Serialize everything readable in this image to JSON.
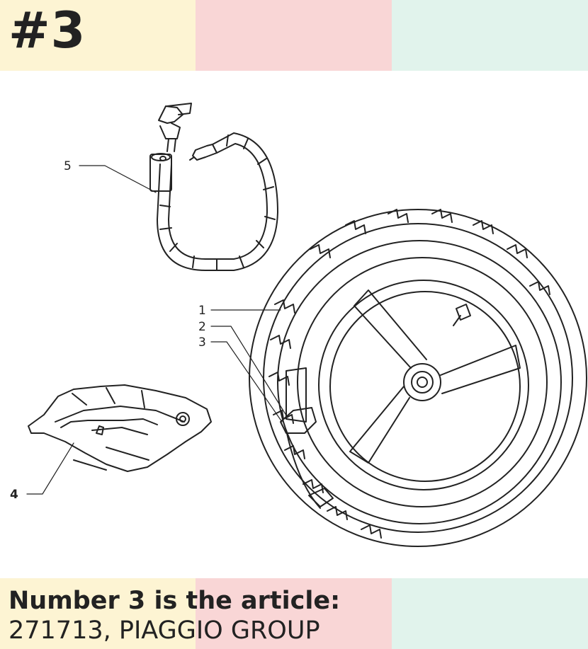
{
  "colors": {
    "yellow": "#fdf4d3",
    "pink": "#f9d6d6",
    "mint": "#e1f3ec",
    "ink": "#222222"
  },
  "badge": "#3",
  "callouts": [
    "1",
    "2",
    "3",
    "4",
    "5"
  ],
  "caption": {
    "line1": "Number 3 is the article:",
    "line2": "271713, PIAGGIO GROUP"
  }
}
